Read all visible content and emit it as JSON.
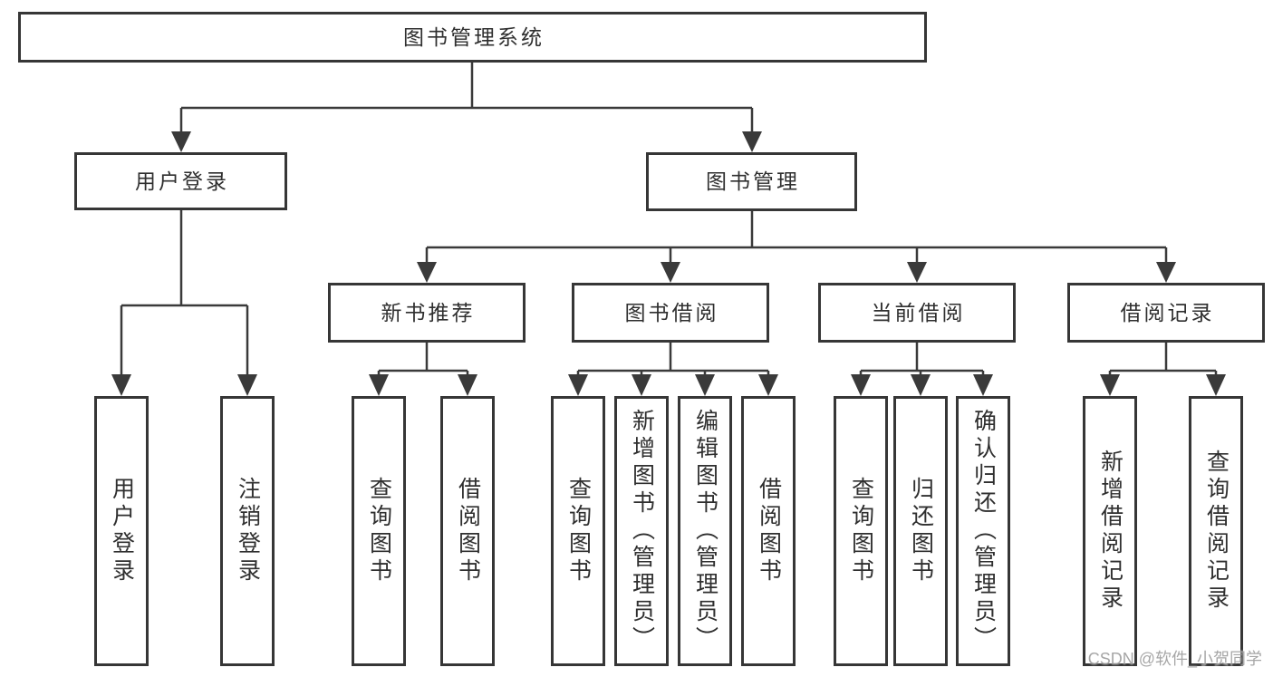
{
  "diagram": {
    "root": {
      "label": "图书管理系统"
    },
    "level2": [
      {
        "label": "用户登录"
      },
      {
        "label": "图书管理"
      }
    ],
    "level3": [
      {
        "label": "新书推荐"
      },
      {
        "label": "图书借阅"
      },
      {
        "label": "当前借阅"
      },
      {
        "label": "借阅记录"
      }
    ],
    "leaves": {
      "user_login": [
        {
          "label": "用户登录"
        },
        {
          "label": "注销登录"
        }
      ],
      "new_book_recommendation": [
        {
          "label": "查询图书"
        },
        {
          "label": "借阅图书"
        }
      ],
      "book_borrowing": [
        {
          "label": "查询图书"
        },
        {
          "label": "新增图书（管理员）"
        },
        {
          "label": "编辑图书（管理员）"
        },
        {
          "label": "借阅图书"
        }
      ],
      "current_borrowing": [
        {
          "label": "查询图书"
        },
        {
          "label": "归还图书"
        },
        {
          "label": "确认归还（管理员）"
        }
      ],
      "borrowing_records": [
        {
          "label": "新增借阅记录"
        },
        {
          "label": "查询借阅记录"
        }
      ]
    }
  },
  "watermark": {
    "text": "CSDN @软件_小贺同学"
  },
  "colors": {
    "background": "#ffffff",
    "line": "#3a3a3a",
    "box_border": "#363636",
    "text": "#2f2f2f",
    "watermark_text": "#969696"
  }
}
